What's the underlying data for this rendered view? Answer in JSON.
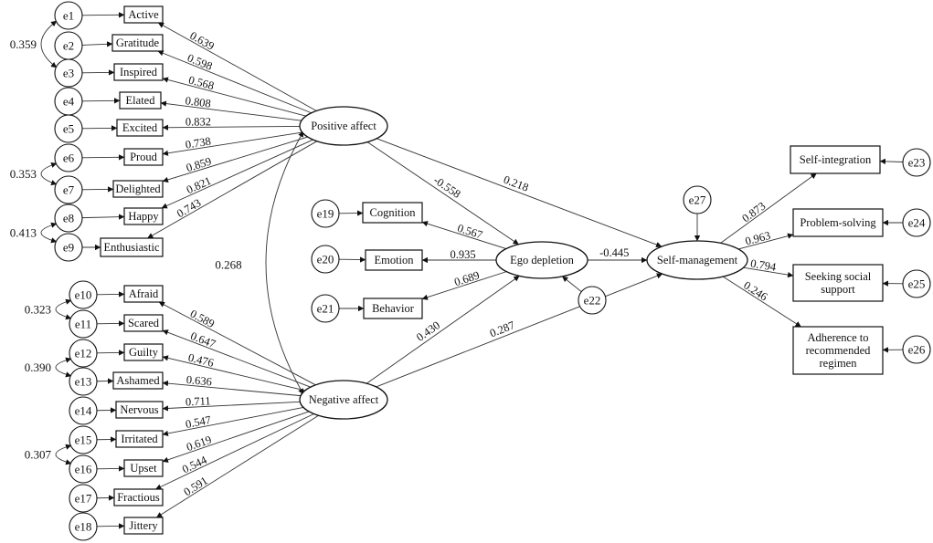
{
  "indicators": [
    {
      "id": "active",
      "text": "Active"
    },
    {
      "id": "gratitude",
      "text": "Gratitude"
    },
    {
      "id": "inspired",
      "text": "Inspired"
    },
    {
      "id": "elated",
      "text": "Elated"
    },
    {
      "id": "excited",
      "text": "Excited"
    },
    {
      "id": "proud",
      "text": "Proud"
    },
    {
      "id": "delighted",
      "text": "Delighted"
    },
    {
      "id": "happy",
      "text": "Happy"
    },
    {
      "id": "enthusiastic",
      "text": "Enthusiastic"
    },
    {
      "id": "afraid",
      "text": "Afraid"
    },
    {
      "id": "scared",
      "text": "Scared"
    },
    {
      "id": "guilty",
      "text": "Guilty"
    },
    {
      "id": "ashamed",
      "text": "Ashamed"
    },
    {
      "id": "nervous",
      "text": "Nervous"
    },
    {
      "id": "irritated",
      "text": "Irritated"
    },
    {
      "id": "upset",
      "text": "Upset"
    },
    {
      "id": "fractious",
      "text": "Fractious"
    },
    {
      "id": "jittery",
      "text": "Jittery"
    },
    {
      "id": "cognition",
      "text": "Cognition"
    },
    {
      "id": "emotion",
      "text": "Emotion"
    },
    {
      "id": "behavior",
      "text": "Behavior"
    },
    {
      "id": "selfint",
      "text": "Self-integration"
    },
    {
      "id": "probsolv",
      "text": "Problem-solving"
    },
    {
      "id": "seeking",
      "text": "Seeking social support"
    },
    {
      "id": "adherence",
      "text": "Adherence to recommended regimen"
    }
  ],
  "latents": [
    {
      "id": "pa",
      "text": "Positive affect"
    },
    {
      "id": "na",
      "text": "Negative affect"
    },
    {
      "id": "ego",
      "text": "Ego depletion"
    },
    {
      "id": "sm",
      "text": "Self-management"
    }
  ],
  "errors": [
    {
      "id": "e1",
      "text": "e1"
    },
    {
      "id": "e2",
      "text": "e2"
    },
    {
      "id": "e3",
      "text": "e3"
    },
    {
      "id": "e4",
      "text": "e4"
    },
    {
      "id": "e5",
      "text": "e5"
    },
    {
      "id": "e6",
      "text": "e6"
    },
    {
      "id": "e7",
      "text": "e7"
    },
    {
      "id": "e8",
      "text": "e8"
    },
    {
      "id": "e9",
      "text": "e9"
    },
    {
      "id": "e10",
      "text": "e10"
    },
    {
      "id": "e11",
      "text": "e11"
    },
    {
      "id": "e12",
      "text": "e12"
    },
    {
      "id": "e13",
      "text": "e13"
    },
    {
      "id": "e14",
      "text": "e14"
    },
    {
      "id": "e15",
      "text": "e15"
    },
    {
      "id": "e16",
      "text": "e16"
    },
    {
      "id": "e17",
      "text": "e17"
    },
    {
      "id": "e18",
      "text": "e18"
    },
    {
      "id": "e19",
      "text": "e19"
    },
    {
      "id": "e20",
      "text": "e20"
    },
    {
      "id": "e21",
      "text": "e21"
    },
    {
      "id": "e22",
      "text": "e22"
    },
    {
      "id": "e23",
      "text": "e23"
    },
    {
      "id": "e24",
      "text": "e24"
    },
    {
      "id": "e25",
      "text": "e25"
    },
    {
      "id": "e26",
      "text": "e26"
    },
    {
      "id": "e27",
      "text": "e27"
    }
  ],
  "loadings": [
    {
      "from": "pa",
      "to": "active",
      "value": "0.639"
    },
    {
      "from": "pa",
      "to": "gratitude",
      "value": "0.598"
    },
    {
      "from": "pa",
      "to": "inspired",
      "value": "0.568"
    },
    {
      "from": "pa",
      "to": "elated",
      "value": "0.808"
    },
    {
      "from": "pa",
      "to": "excited",
      "value": "0.832"
    },
    {
      "from": "pa",
      "to": "proud",
      "value": "0.738"
    },
    {
      "from": "pa",
      "to": "delighted",
      "value": "0.859"
    },
    {
      "from": "pa",
      "to": "happy",
      "value": "0.821"
    },
    {
      "from": "pa",
      "to": "enthusiastic",
      "value": "0.743"
    },
    {
      "from": "na",
      "to": "afraid",
      "value": "0.589"
    },
    {
      "from": "na",
      "to": "scared",
      "value": "0.647"
    },
    {
      "from": "na",
      "to": "guilty",
      "value": "0.476"
    },
    {
      "from": "na",
      "to": "ashamed",
      "value": "0.636"
    },
    {
      "from": "na",
      "to": "nervous",
      "value": "0.711"
    },
    {
      "from": "na",
      "to": "irritated",
      "value": "0.547"
    },
    {
      "from": "na",
      "to": "upset",
      "value": "0.619"
    },
    {
      "from": "na",
      "to": "fractious",
      "value": "0.544"
    },
    {
      "from": "na",
      "to": "jittery",
      "value": "0.591"
    },
    {
      "from": "ego",
      "to": "cognition",
      "value": "0.567"
    },
    {
      "from": "ego",
      "to": "emotion",
      "value": "0.935"
    },
    {
      "from": "ego",
      "to": "behavior",
      "value": "0.689"
    },
    {
      "from": "sm",
      "to": "selfint",
      "value": "0.873"
    },
    {
      "from": "sm",
      "to": "probsolv",
      "value": "0.963"
    },
    {
      "from": "sm",
      "to": "seeking",
      "value": "0.794"
    },
    {
      "from": "sm",
      "to": "adherence",
      "value": "0.246"
    }
  ],
  "paths": [
    {
      "from": "pa",
      "to": "ego",
      "value": "-0.558"
    },
    {
      "from": "pa",
      "to": "sm",
      "value": "0.218"
    },
    {
      "from": "na",
      "to": "ego",
      "value": "0.430"
    },
    {
      "from": "na",
      "to": "sm",
      "value": "0.287"
    },
    {
      "from": "ego",
      "to": "sm",
      "value": "-0.445"
    }
  ],
  "error_links": [
    {
      "from": "e1",
      "to": "active"
    },
    {
      "from": "e2",
      "to": "gratitude"
    },
    {
      "from": "e3",
      "to": "inspired"
    },
    {
      "from": "e4",
      "to": "elated"
    },
    {
      "from": "e5",
      "to": "excited"
    },
    {
      "from": "e6",
      "to": "proud"
    },
    {
      "from": "e7",
      "to": "delighted"
    },
    {
      "from": "e8",
      "to": "happy"
    },
    {
      "from": "e9",
      "to": "enthusiastic"
    },
    {
      "from": "e10",
      "to": "afraid"
    },
    {
      "from": "e11",
      "to": "scared"
    },
    {
      "from": "e12",
      "to": "guilty"
    },
    {
      "from": "e13",
      "to": "ashamed"
    },
    {
      "from": "e14",
      "to": "nervous"
    },
    {
      "from": "e15",
      "to": "irritated"
    },
    {
      "from": "e16",
      "to": "upset"
    },
    {
      "from": "e17",
      "to": "fractious"
    },
    {
      "from": "e18",
      "to": "jittery"
    },
    {
      "from": "e19",
      "to": "cognition"
    },
    {
      "from": "e20",
      "to": "emotion"
    },
    {
      "from": "e21",
      "to": "behavior"
    },
    {
      "from": "e22",
      "to": "ego"
    },
    {
      "from": "e23",
      "to": "selfint"
    },
    {
      "from": "e24",
      "to": "probsolv"
    },
    {
      "from": "e25",
      "to": "seeking"
    },
    {
      "from": "e26",
      "to": "adherence"
    },
    {
      "from": "e27",
      "to": "sm"
    }
  ],
  "covariances": [
    {
      "from": "e1",
      "to": "e3",
      "value": "0.359"
    },
    {
      "from": "e6",
      "to": "e7",
      "value": "0.353"
    },
    {
      "from": "e8",
      "to": "e9",
      "value": "0.413"
    },
    {
      "from": "e10",
      "to": "e11",
      "value": "0.323"
    },
    {
      "from": "e12",
      "to": "e13",
      "value": "0.390"
    },
    {
      "from": "e15",
      "to": "e16",
      "value": "0.307"
    },
    {
      "from": "pa",
      "to": "na",
      "value": "0.268"
    }
  ]
}
